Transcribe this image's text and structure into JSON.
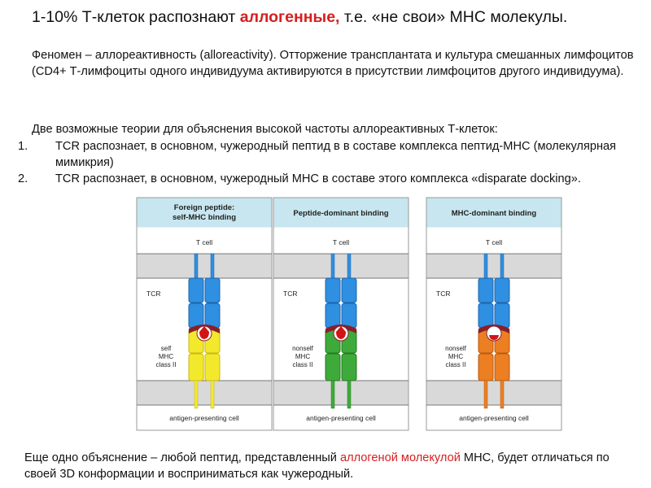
{
  "title": {
    "part1": "1-10% Т-клеток распознают ",
    "highlight": "аллогенные,",
    "part2": " т.е. «не свои» МНС молекулы."
  },
  "paragraph1": "Феномен – аллореактивность (alloreactivity). Отторжение трансплантата и культура смешанных лимфоцитов (CD4+ Т-лимфоциты одного индивидуума активируются в присутствии лимфоцитов другого индивидуума).",
  "paragraph2": "Две возможные теории для объяснения высокой частоты аллореактивных Т-клеток:",
  "theories": [
    {
      "num": "1.",
      "text": "TCR распознает, в основном, чужеродный пептид в в составе комплекса пептид-МНС (молекулярная мимикрия)"
    },
    {
      "num": "2.",
      "text": "TCR распознает, в основном, чужеродный МНС в составе этого комплекса «disparate docking»."
    }
  ],
  "footer": {
    "part1": "Еще одно объяснение – любой пептид, представленный ",
    "red": "аллогеной молекулой",
    "part2": " МНС, будет отличаться по своей 3D конформации и восприниматься как чужеродный."
  },
  "panels": [
    {
      "header_line1": "Foreign  peptide:",
      "header_line2": "self-MHC  binding",
      "tcell_label": "T cell",
      "tcr_label": "TCR",
      "mhc_label_lines": [
        "self",
        "MHC",
        "class II"
      ],
      "apc_label": "antigen-presenting  cell",
      "mhc_color": "#f3e92c",
      "mhc_dark": "#c7b714",
      "peptide_color": "#d41414",
      "peptide_shape": "large"
    },
    {
      "header_line1": "Peptide-dominant  binding",
      "header_line2": "",
      "tcell_label": "T cell",
      "tcr_label": "TCR",
      "mhc_label_lines": [
        "nonself",
        "MHC",
        "class II"
      ],
      "apc_label": "antigen-presenting  cell",
      "mhc_color": "#3eaa3a",
      "mhc_dark": "#247a22",
      "peptide_color": "#d41414",
      "peptide_shape": "large"
    },
    {
      "header_line1": "MHC-dominant  binding",
      "header_line2": "",
      "tcell_label": "T cell",
      "tcr_label": "TCR",
      "mhc_label_lines": [
        "nonself",
        "MHC",
        "class II"
      ],
      "apc_label": "antigen-presenting  cell",
      "mhc_color": "#ec7f22",
      "mhc_dark": "#b85a10",
      "peptide_color": "#d41414",
      "peptide_shape": "small"
    }
  ],
  "colors": {
    "tcr_blue": "#2f8fe0",
    "tcr_blue_dark": "#1c64b0",
    "header_bg": "#c7e6ef",
    "membrane": "#d9d9d9",
    "red_text": "#d61f1f"
  }
}
